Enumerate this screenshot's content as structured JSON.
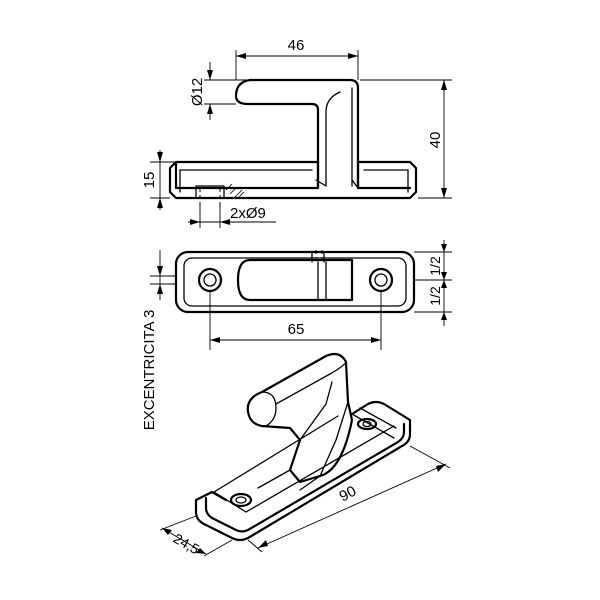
{
  "dimensions": {
    "width_top": "46",
    "hook_diameter": "Ø12",
    "total_height": "40",
    "base_height": "15",
    "holes": "2xØ9",
    "half_upper": "1/2",
    "half_lower": "1/2",
    "hole_spacing": "65",
    "length": "90",
    "width": "24,5"
  },
  "note": "EXCENTRICITA 3"
}
